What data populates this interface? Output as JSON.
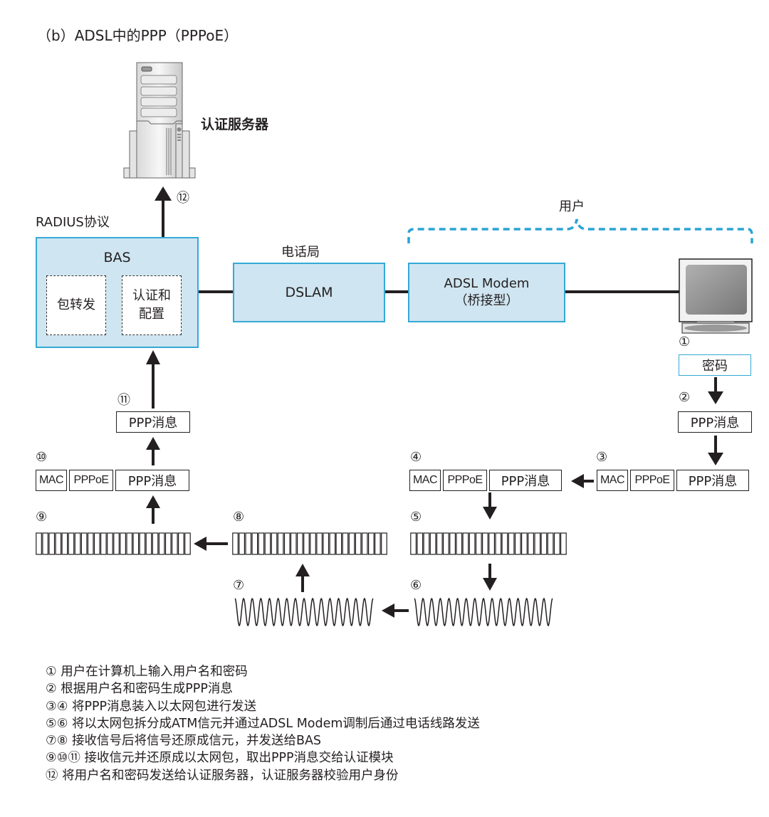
{
  "title": "（b）ADSL中的PPP（PPPoE）",
  "server": {
    "label": "认证服务器",
    "step": "⑫"
  },
  "radius_label": "RADIUS协议",
  "bas": {
    "label": "BAS",
    "modules": [
      {
        "label": "包转发"
      },
      {
        "label": "认证和\n配置",
        "line1": "认证和",
        "line2": "配置"
      }
    ]
  },
  "telecom_office_label": "电话局",
  "dslam": {
    "label": "DSLAM"
  },
  "user_label": "用户",
  "modem": {
    "line1": "ADSL Modem",
    "line2": "（桥接型）"
  },
  "colors": {
    "box_fill": "#cfe5f1",
    "box_border": "#35a9d6",
    "bracket": "#2aa3d4",
    "ink": "#231f20"
  },
  "right_column": {
    "step1": "①",
    "password_box": "密码",
    "step2": "②",
    "ppp_message": "PPP消息",
    "step3": "③",
    "frame3": {
      "mac": "MAC",
      "pppoe": "PPPoE",
      "ppp": "PPP消息"
    }
  },
  "middle_column": {
    "step4": "④",
    "frame4": {
      "mac": "MAC",
      "pppoe": "PPPoE",
      "ppp": "PPP消息"
    },
    "step5": "⑤",
    "step6": "⑥"
  },
  "center_column": {
    "step7": "⑦",
    "step8": "⑧"
  },
  "left_column": {
    "step9": "⑨",
    "step10": "⑩",
    "frame10": {
      "mac": "MAC",
      "pppoe": "PPPoE",
      "ppp": "PPP消息"
    },
    "step11": "⑪",
    "ppp_message": "PPP消息"
  },
  "legend": [
    "① 用户在计算机上输入用户名和密码",
    "② 根据用户名和密码生成PPP消息",
    "③④ 将PPP消息装入以太网包进行发送",
    "⑤⑥ 将以太网包拆分成ATM信元并通过ADSL Modem调制后通过电话线路发送",
    "⑦⑧ 接收信号后将信号还原成信元，并发送给BAS",
    "⑨⑩⑪ 接收信元并还原成以太网包，取出PPP消息交给认证模块",
    "⑫ 将用户名和密码发送给认证服务器，认证服务器校验用户身份"
  ]
}
